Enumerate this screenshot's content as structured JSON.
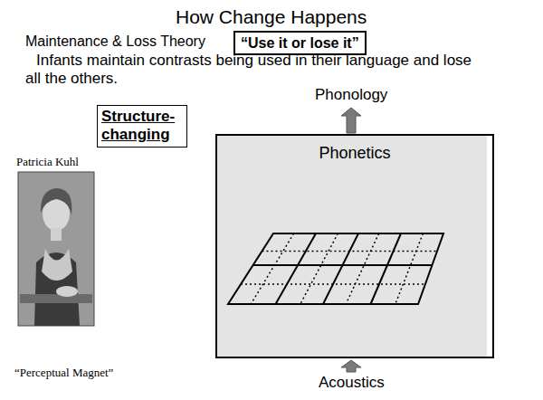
{
  "diagram": {
    "title": "How Change Happens",
    "nodes": [
      {
        "text": [
          "“Use it or lose it”"
        ]
      },
      {
        "text": [
          "Structure-changing"
        ]
      },
      {
        "text": [
          "Phonetics"
        ]
      }
    ],
    "labels": [
      "Maintenance & Loss Theory",
      "Infants maintain contrasts being used in their language and lose all the others.",
      "Phonology",
      "Acoustics",
      "Patricia Kuhl",
      "“Perceptual Magnet”"
    ]
  }
}
